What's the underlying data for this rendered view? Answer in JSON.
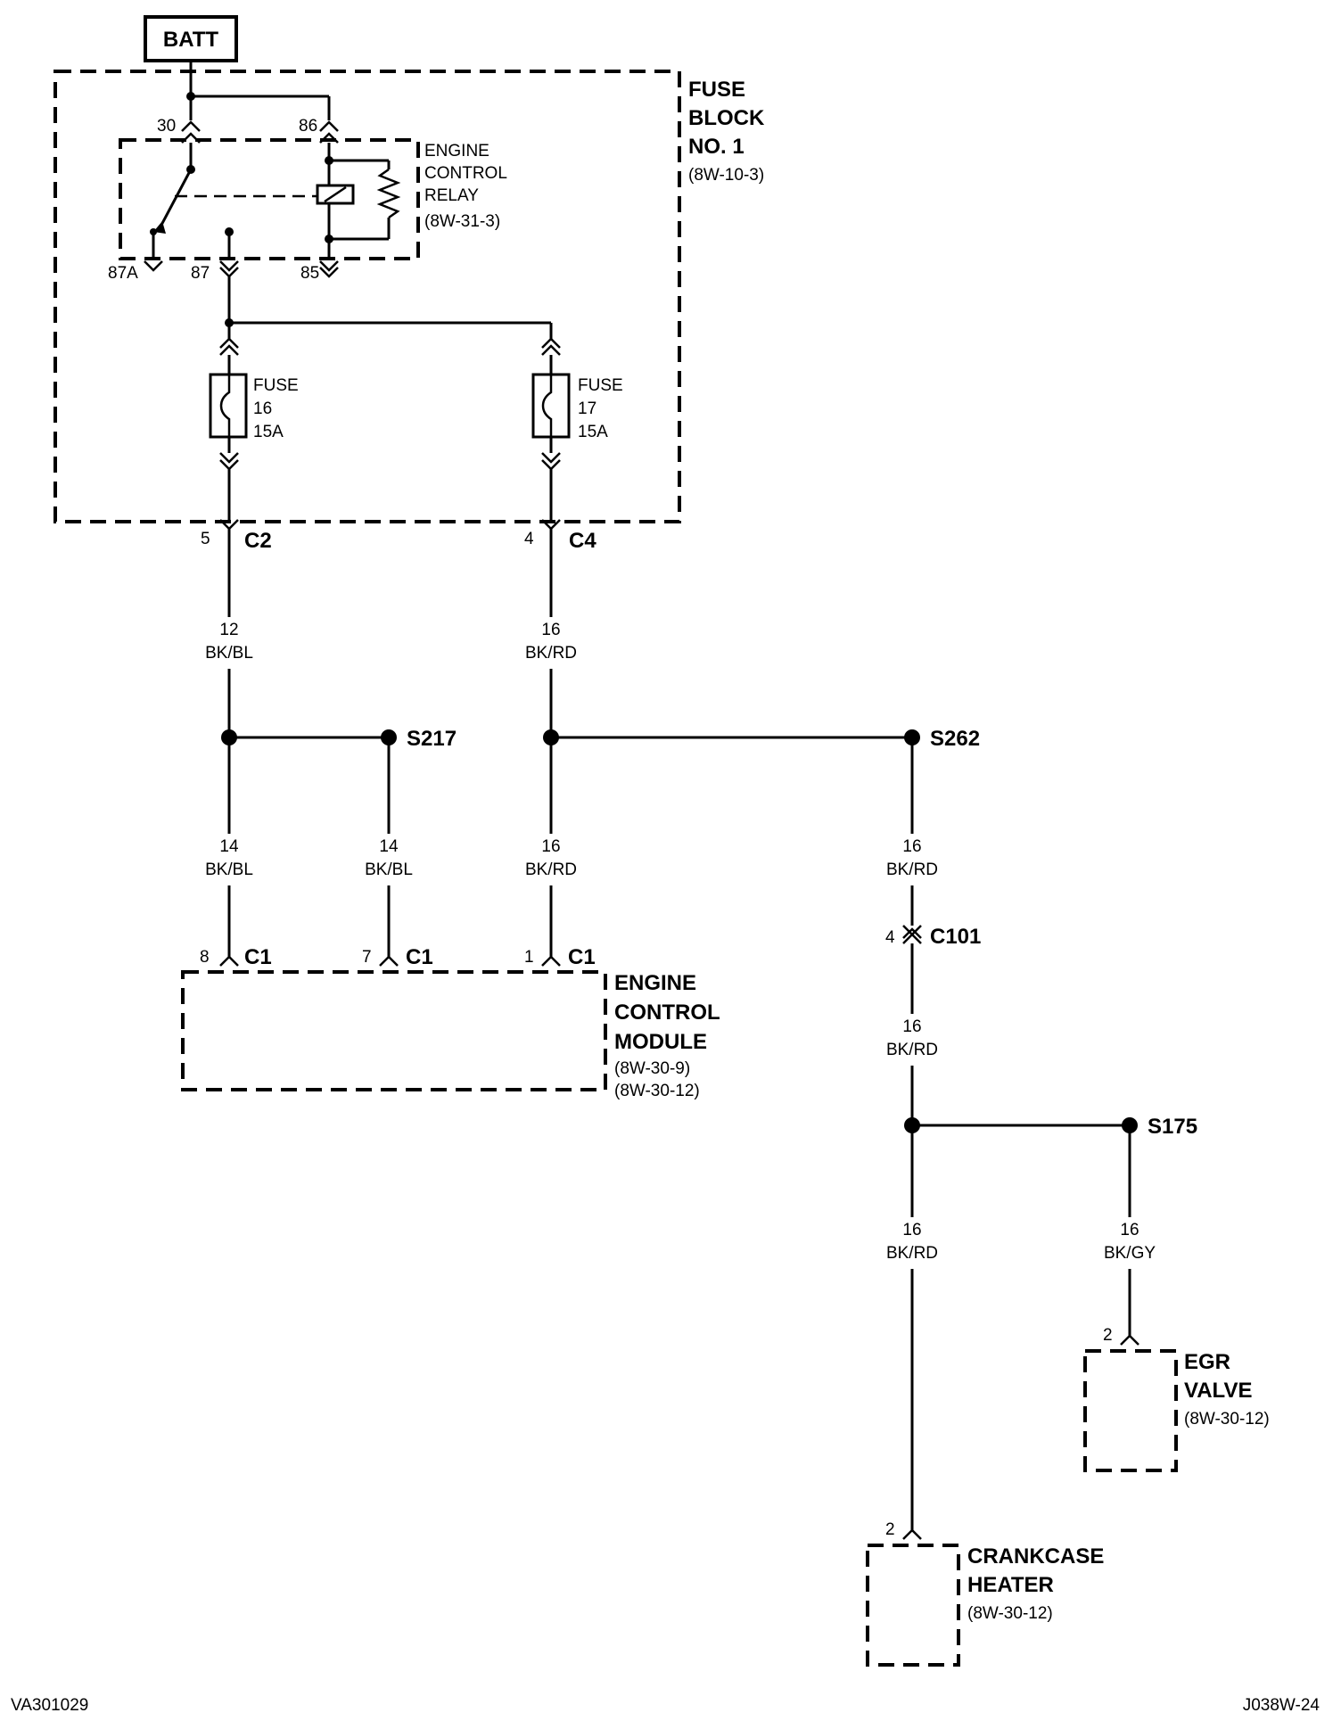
{
  "batt": "BATT",
  "fuse_block": {
    "line1": "FUSE",
    "line2": "BLOCK",
    "line3": "NO. 1",
    "ref": "(8W-10-3)"
  },
  "relay": {
    "line1": "ENGINE",
    "line2": "CONTROL",
    "line3": "RELAY",
    "ref": "(8W-31-3)",
    "pin30": "30",
    "pin86": "86",
    "pin87a": "87A",
    "pin87": "87",
    "pin85": "85"
  },
  "fuse16": {
    "line1": "FUSE",
    "line2": "16",
    "line3": "15A"
  },
  "fuse17": {
    "line1": "FUSE",
    "line2": "17",
    "line3": "15A"
  },
  "conn_c2": {
    "pin": "5",
    "name": "C2"
  },
  "conn_c4": {
    "pin": "4",
    "name": "C4"
  },
  "wires": {
    "w1": {
      "gauge": "12",
      "color": "BK/BL"
    },
    "w2": {
      "gauge": "16",
      "color": "BK/RD"
    },
    "w3": {
      "gauge": "14",
      "color": "BK/BL"
    },
    "w4": {
      "gauge": "14",
      "color": "BK/BL"
    },
    "w5": {
      "gauge": "16",
      "color": "BK/RD"
    },
    "w6": {
      "gauge": "16",
      "color": "BK/RD"
    },
    "w7": {
      "gauge": "16",
      "color": "BK/RD"
    },
    "w8": {
      "gauge": "16",
      "color": "BK/RD"
    },
    "w9": {
      "gauge": "16",
      "color": "BK/GY"
    }
  },
  "splices": {
    "s217": "S217",
    "s262": "S262",
    "s175": "S175"
  },
  "ecm_conns": {
    "a_pin": "8",
    "a_name": "C1",
    "b_pin": "7",
    "b_name": "C1",
    "c_pin": "1",
    "c_name": "C1"
  },
  "ecm": {
    "line1": "ENGINE",
    "line2": "CONTROL",
    "line3": "MODULE",
    "ref1": "(8W-30-9)",
    "ref2": "(8W-30-12)"
  },
  "c101": {
    "pin": "4",
    "name": "C101"
  },
  "egr": {
    "pin": "2",
    "line1": "EGR",
    "line2": "VALVE",
    "ref": "(8W-30-12)"
  },
  "heater": {
    "pin": "2",
    "line1": "CRANKCASE",
    "line2": "HEATER",
    "ref": "(8W-30-12)"
  },
  "footer": {
    "left": "VA301029",
    "right": "J038W-24"
  }
}
